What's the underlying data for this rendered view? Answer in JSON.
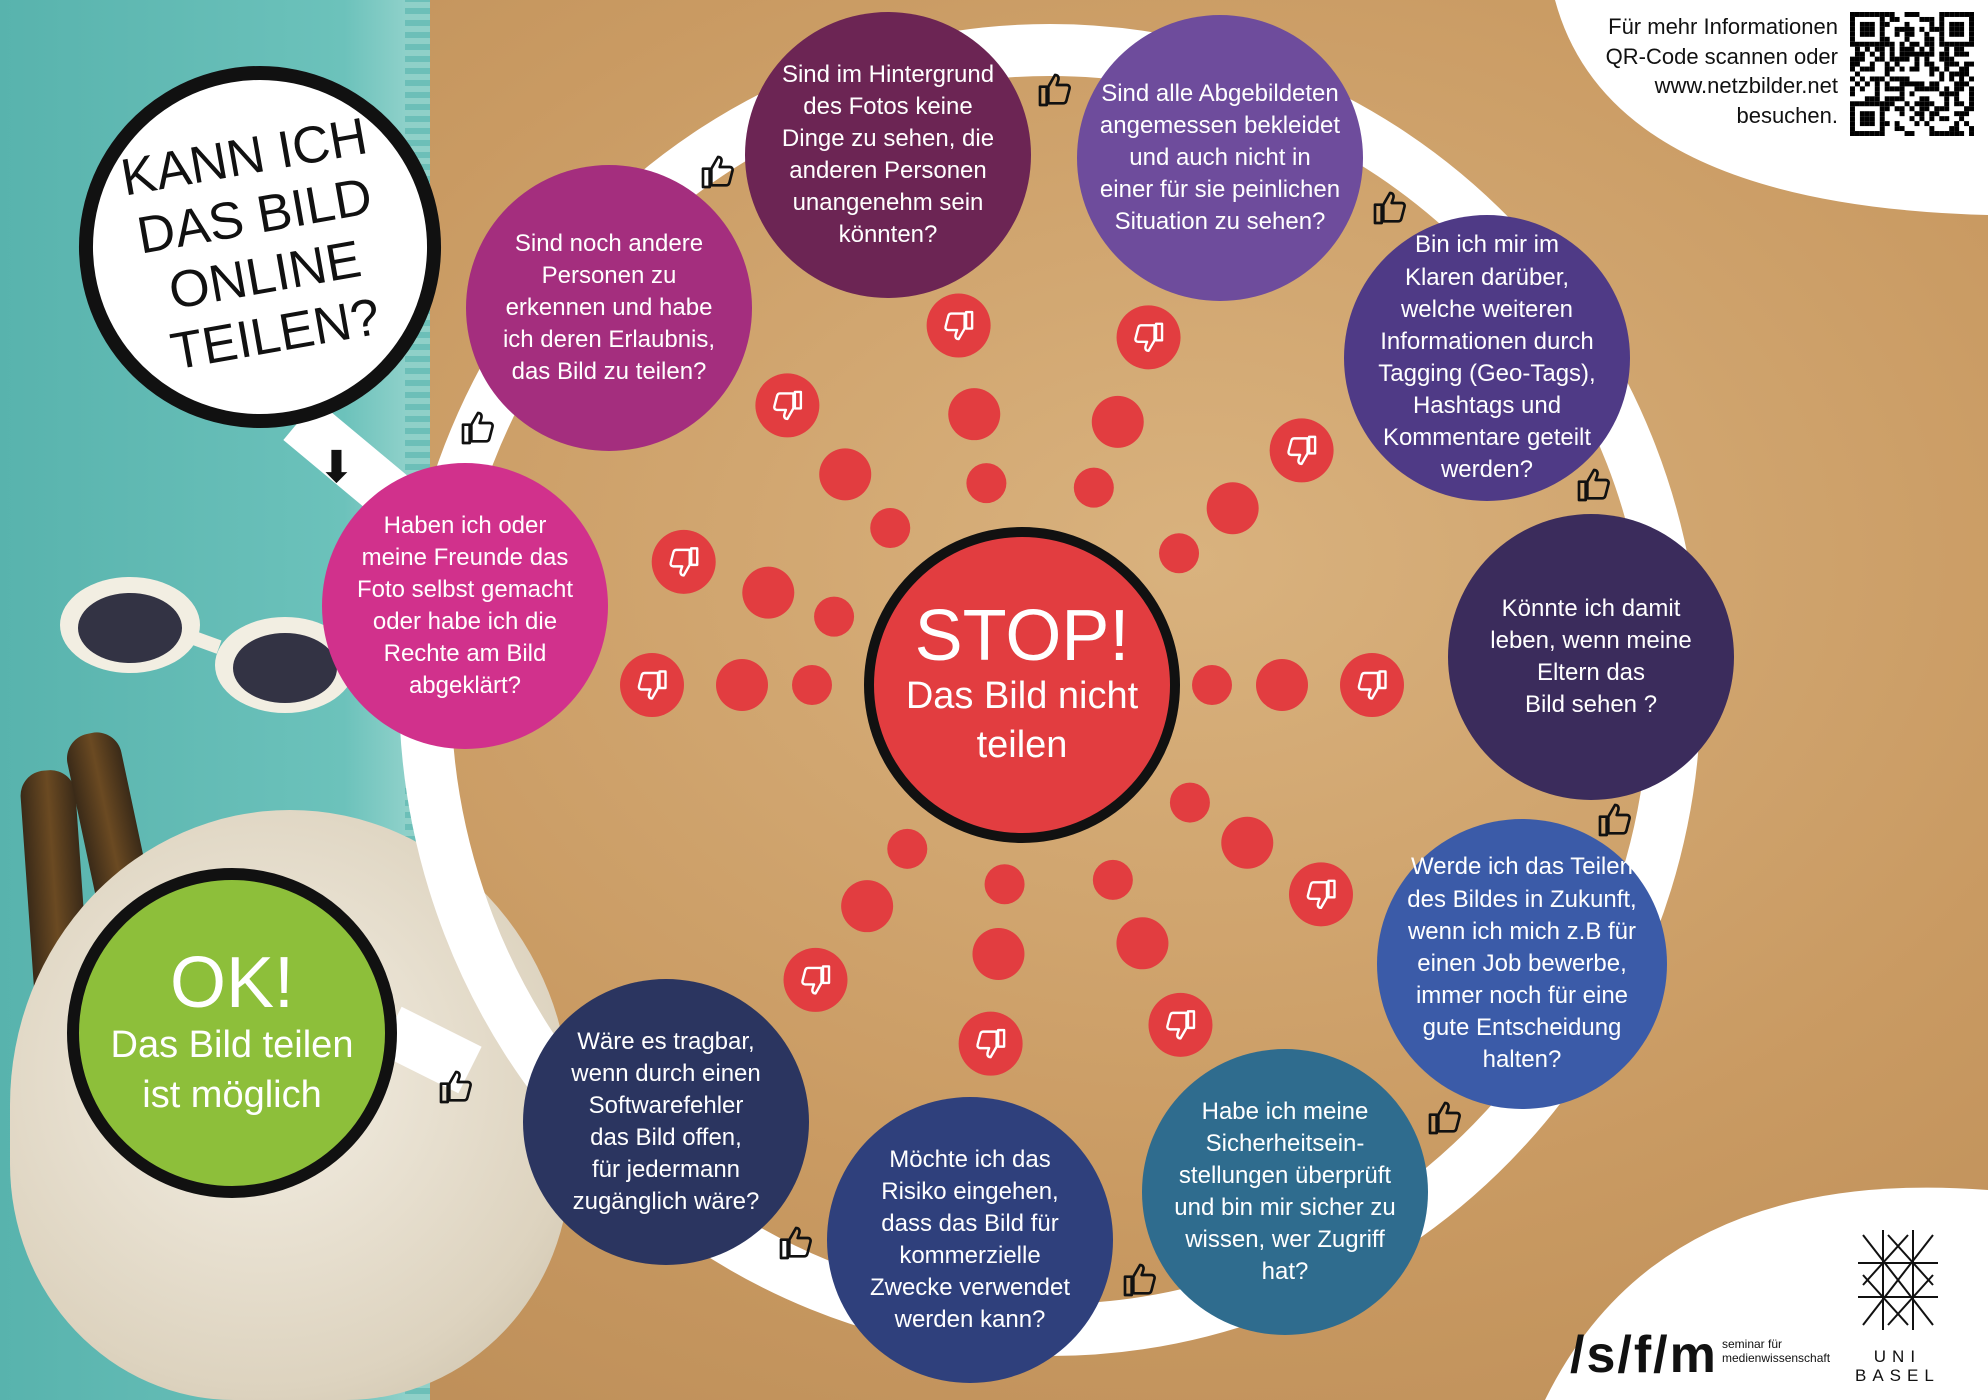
{
  "title": "KANN ICH\nDAS BILD\nONLINE\nTEILEN?",
  "questions": [
    {
      "text": "Haben ich oder\nmeine Freunde das\nFoto selbst gemacht\noder habe ich die\nRechte am Bild\nabgeklärt?",
      "color": "#d1318c"
    },
    {
      "text": "Sind noch andere\nPersonen zu\nerkennen und habe\nich deren Erlaubnis,\ndas Bild zu teilen?",
      "color": "#a42e7e"
    },
    {
      "text": "Sind im Hintergrund\ndes Fotos keine\nDinge zu sehen, die\nanderen Personen\nunangenehm sein\nkönnten?",
      "color": "#6c2554"
    },
    {
      "text": "Sind alle Abgebildeten\nangemessen bekleidet\nund auch nicht in\neiner für sie peinlichen\nSituation zu sehen?",
      "color": "#6e4c9c"
    },
    {
      "text": "Bin ich mir im\nKlaren darüber,\nwelche weiteren\nInformationen durch\nTagging (Geo-Tags),\nHashtags und\nKommentare geteilt\nwerden?",
      "color": "#4f3a86"
    },
    {
      "text": "Könnte ich damit\nleben, wenn meine\nEltern das\nBild sehen ?",
      "color": "#3b2c5c"
    },
    {
      "text": "Werde ich das Teilen\ndes Bildes in Zukunft,\nwenn ich mich z.B für\neinen Job bewerbe,\nimmer noch für eine\ngute Entscheidung\nhalten?",
      "color": "#3b5ba8"
    },
    {
      "text": "Habe ich meine\nSicherheitsein-\nstellungen überprüft\nund bin mir sicher zu\nwissen, wer Zugriff\nhat?",
      "color": "#2f6c8e"
    },
    {
      "text": "Möchte ich das\nRisiko eingehen,\ndass das Bild für\nkommerzielle\nZwecke verwendet\nwerden kann?",
      "color": "#2f407c"
    },
    {
      "text": "Wäre es tragbar,\nwenn durch einen\nSoftwarefehler\ndas Bild offen,\nfür jedermann\nzugänglich wäre?",
      "color": "#2b3560"
    }
  ],
  "stop": {
    "title": "STOP!",
    "text": "Das Bild nicht\nteilen",
    "color": "#e23d40"
  },
  "ok": {
    "title": "OK!",
    "text": "Das Bild teilen\nist möglich",
    "color": "#8dbf3a"
  },
  "info": "Für mehr Informationen\nQR-Code scannen oder\nwww.netzbilder.net\nbesuchen.",
  "logos": {
    "sfm": "/s/f/m",
    "sfm_sub": "seminar für\nmedienwissenschaft",
    "uni": "UNI\nBASEL"
  }
}
